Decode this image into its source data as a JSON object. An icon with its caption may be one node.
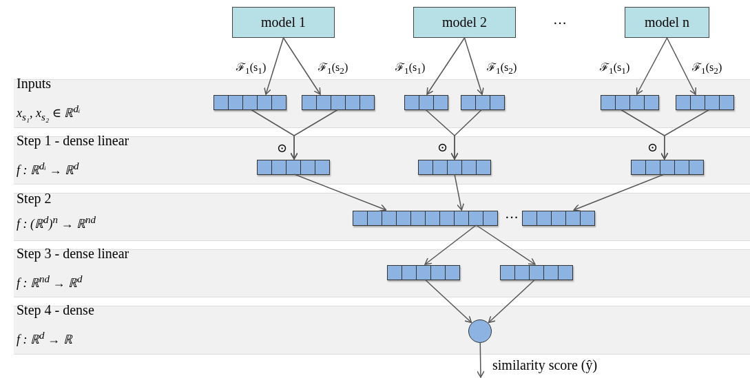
{
  "diagram": {
    "nodes": [
      {
        "text": [
          "model 1"
        ]
      },
      {
        "text": [
          "model 2"
        ]
      },
      {
        "text": [
          "model n"
        ]
      },
      {
        "text": [
          "Inputs",
          "x$_{s₁}$, x$_{s₂}$ ∈ ℝ$^{dᵢ}$"
        ]
      },
      {
        "text": [
          "Step 1 - dense linear",
          "f : ℝ$^{dᵢ}$ → ℝ$^{d}$"
        ]
      },
      {
        "text": [
          "Step 2",
          "f : (ℝ$^{d}$)$^{n}$ → ℝ$^{nd}$"
        ]
      },
      {
        "text": [
          "Step 3 - dense linear",
          "f : ℝ$^{nd}$ → ℝ$^{d}$"
        ]
      },
      {
        "text": [
          "Step 4 - dense",
          "f : ℝ$^{d}$ → ℝ"
        ]
      },
      {
        "text": [],
        "shape": "bar",
        "in": 3
      },
      {
        "text": [],
        "shape": "bar",
        "in": 3
      },
      {
        "text": [],
        "shape": "bar",
        "in": 3
      },
      {
        "text": [],
        "shape": "bar",
        "in": 3
      },
      {
        "text": [],
        "shape": "bar",
        "in": 3
      },
      {
        "text": [],
        "shape": "bar",
        "in": 3
      },
      {
        "text": [],
        "shape": "bar",
        "in": 4
      },
      {
        "text": [],
        "shape": "bar",
        "in": 4
      },
      {
        "text": [],
        "shape": "bar",
        "in": 4
      },
      {
        "text": [],
        "shape": "bar",
        "in": 5
      },
      {
        "text": [],
        "shape": "bar",
        "in": 5
      },
      {
        "text": [],
        "shape": "bar",
        "in": 6
      },
      {
        "text": [],
        "shape": "bar",
        "in": 6
      },
      {
        "text": [],
        "shape": "circle",
        "in": 7
      }
    ],
    "edges": [
      {
        "from": 0,
        "to": 8,
        "arrow": "to",
        "label": "ℱ$_{1}$(s$_{1}$)"
      },
      {
        "from": 0,
        "to": 9,
        "arrow": "to",
        "label": "ℱ$_{1}$(s$_{2}$)"
      },
      {
        "from": 1,
        "to": 10,
        "arrow": "to",
        "label": "ℱ$_{1}$(s$_{1}$)"
      },
      {
        "from": 1,
        "to": 11,
        "arrow": "to",
        "label": "ℱ$_{1}$(s$_{2}$)"
      },
      {
        "from": 2,
        "to": 12,
        "arrow": "to",
        "label": "ℱ$_{1}$(s$_{1}$)"
      },
      {
        "from": 2,
        "to": 13,
        "arrow": "to",
        "label": "ℱ$_{1}$(s$_{2}$)"
      },
      {
        "from": 8,
        "to": 14,
        "arrow": "to"
      },
      {
        "from": 9,
        "to": 14,
        "arrow": "to"
      },
      {
        "from": 10,
        "to": 15,
        "arrow": "to"
      },
      {
        "from": 11,
        "to": 15,
        "arrow": "to"
      },
      {
        "from": 12,
        "to": 16,
        "arrow": "to"
      },
      {
        "from": 13,
        "to": 16,
        "arrow": "to"
      },
      {
        "from": 14,
        "to": 17,
        "arrow": "to"
      },
      {
        "from": 15,
        "to": 17,
        "arrow": "to"
      },
      {
        "from": 16,
        "to": 18,
        "arrow": "to"
      },
      {
        "from": 17,
        "to": 19,
        "arrow": "to"
      },
      {
        "from": 17,
        "to": 20,
        "arrow": "to"
      },
      {
        "from": 19,
        "to": 21,
        "arrow": "to"
      },
      {
        "from": 20,
        "to": 21,
        "arrow": "to"
      },
      {
        "from": 21,
        "to": null,
        "arrow": "to",
        "label": "similarity score (ŷ)"
      }
    ],
    "labels": [
      "···",
      "⊙",
      "⊙",
      "⊙",
      "···"
    ]
  }
}
